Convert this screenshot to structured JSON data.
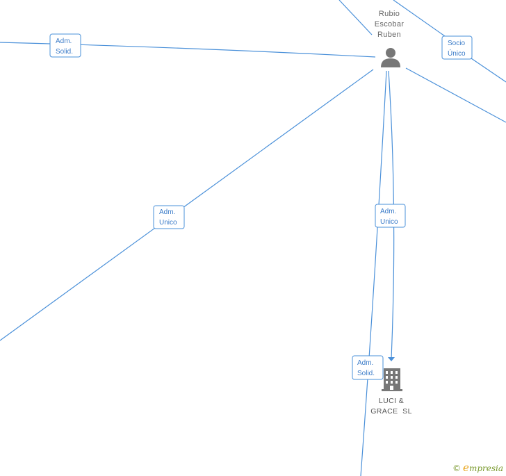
{
  "person": {
    "name_lines": [
      "Rubio",
      "Escobar",
      "Ruben"
    ],
    "icon": "person-icon"
  },
  "company": {
    "name_lines": [
      "LUCI &",
      "GRACE  SL"
    ],
    "icon": "building-icon"
  },
  "edge_labels": [
    {
      "id": "adm-solid-left",
      "lines": [
        "Adm.",
        "Solid."
      ]
    },
    {
      "id": "socio-unico",
      "lines": [
        "Socio",
        "Único"
      ]
    },
    {
      "id": "adm-unico-left",
      "lines": [
        "Adm.",
        "Unico"
      ]
    },
    {
      "id": "adm-unico-center",
      "lines": [
        "Adm.",
        "Unico"
      ]
    },
    {
      "id": "adm-solid-bottom",
      "lines": [
        "Adm.",
        "Solid."
      ]
    }
  ],
  "brand": {
    "copyright": "©",
    "name": "mpresia",
    "initial": "e"
  },
  "colors": {
    "edge": "#4a90d9",
    "node_text": "#666666",
    "icon": "#777777"
  }
}
